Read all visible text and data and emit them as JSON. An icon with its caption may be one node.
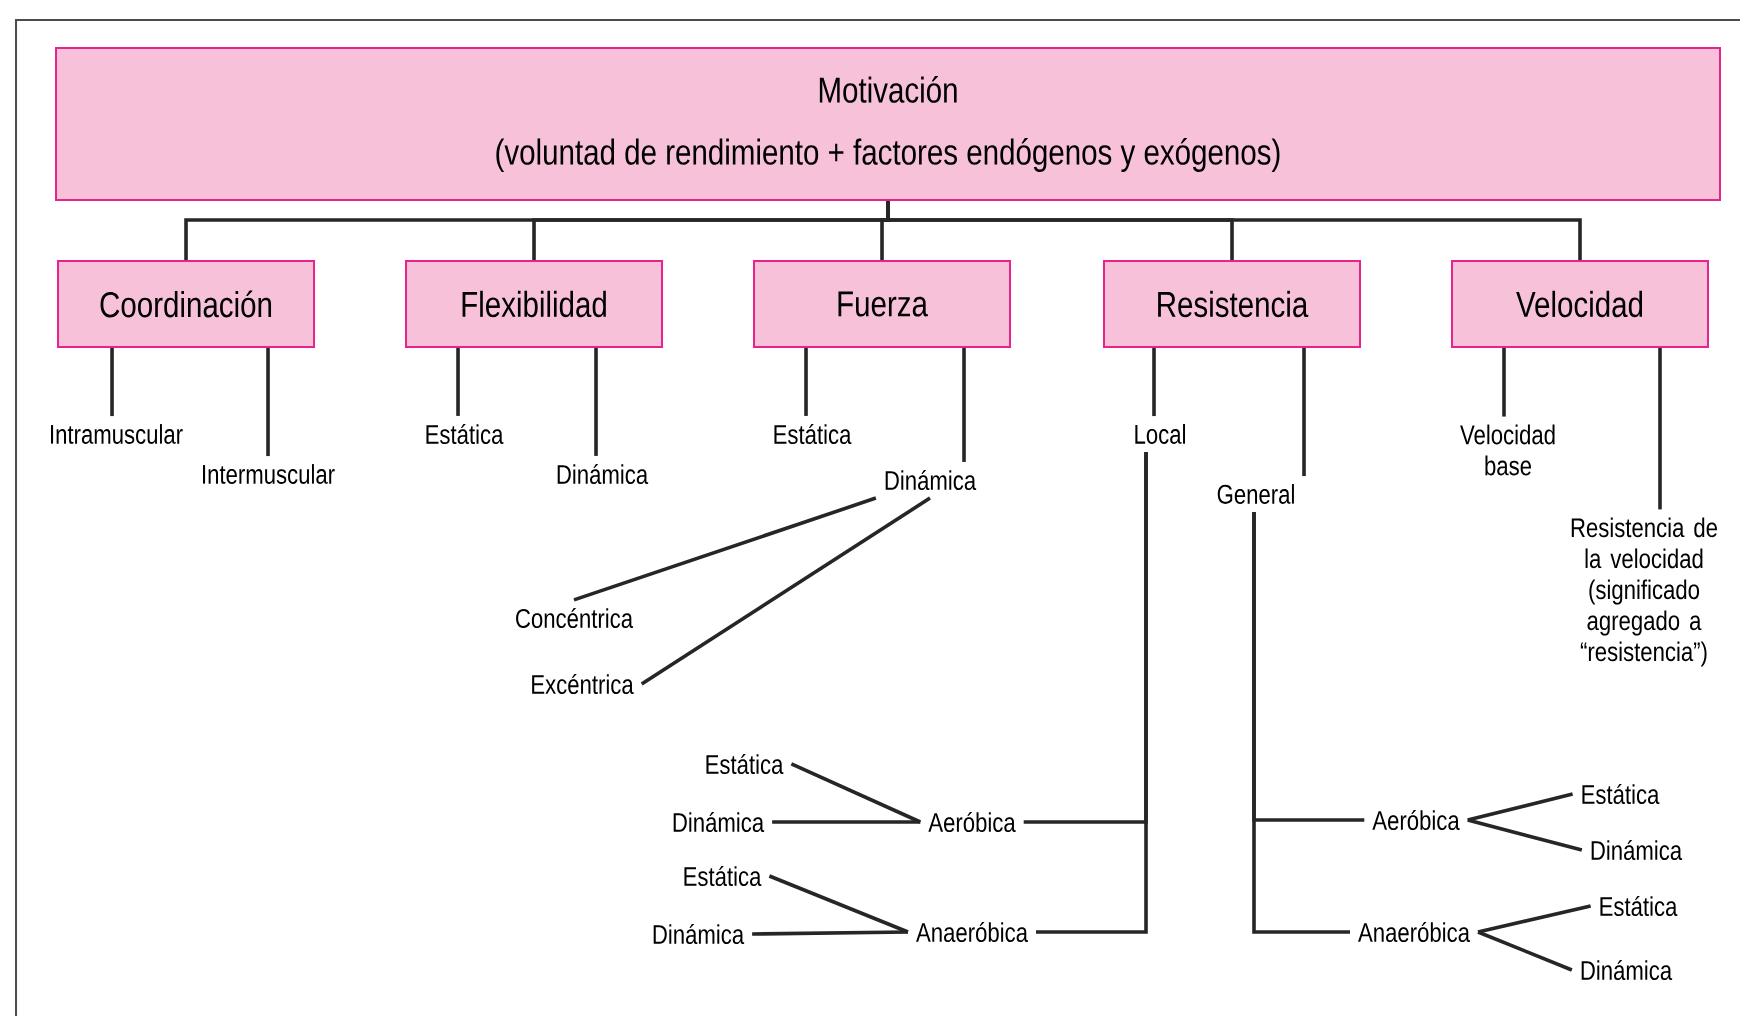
{
  "diagram": {
    "nodes": [
      {
        "text": [
          "Motivación",
          "(voluntad de rendimiento + factores endógenos y exógenos)"
        ]
      },
      {
        "text": [
          "Coordinación"
        ]
      },
      {
        "text": [
          "Flexibilidad"
        ]
      },
      {
        "text": [
          "Fuerza"
        ]
      },
      {
        "text": [
          "Resistencia"
        ]
      },
      {
        "text": [
          "Velocidad"
        ]
      },
      {
        "text": [
          "Intramuscular"
        ]
      },
      {
        "text": [
          "Intermuscular"
        ]
      },
      {
        "text": [
          "Estática"
        ]
      },
      {
        "text": [
          "Dinámica"
        ]
      },
      {
        "text": [
          "Estática"
        ]
      },
      {
        "text": [
          "Dinámica"
        ]
      },
      {
        "text": [
          "Concéntrica"
        ]
      },
      {
        "text": [
          "Excéntrica"
        ]
      },
      {
        "text": [
          "Local"
        ]
      },
      {
        "text": [
          "General"
        ]
      },
      {
        "text": [
          "Aeróbica"
        ]
      },
      {
        "text": [
          "Anaeróbica"
        ]
      },
      {
        "text": [
          "Estática"
        ]
      },
      {
        "text": [
          "Dinámica"
        ]
      },
      {
        "text": [
          "Estática"
        ]
      },
      {
        "text": [
          "Dinámica"
        ]
      },
      {
        "text": [
          "Aeróbica"
        ]
      },
      {
        "text": [
          "Anaeróbica"
        ]
      },
      {
        "text": [
          "Estática"
        ]
      },
      {
        "text": [
          "Dinámica"
        ]
      },
      {
        "text": [
          "Estática"
        ]
      },
      {
        "text": [
          "Dinámica"
        ]
      },
      {
        "text": [
          "Velocidad base"
        ]
      },
      {
        "text": [
          "Resistencia de la velocidad (significado agregado a “resistencia”)"
        ]
      }
    ],
    "edges": [
      {
        "from": 0,
        "to": 1,
        "arrow": "none"
      },
      {
        "from": 0,
        "to": 2,
        "arrow": "none"
      },
      {
        "from": 0,
        "to": 3,
        "arrow": "none"
      },
      {
        "from": 0,
        "to": 4,
        "arrow": "none"
      },
      {
        "from": 0,
        "to": 5,
        "arrow": "none"
      },
      {
        "from": 1,
        "to": 6,
        "arrow": "none"
      },
      {
        "from": 1,
        "to": 7,
        "arrow": "none"
      },
      {
        "from": 2,
        "to": 8,
        "arrow": "none"
      },
      {
        "from": 2,
        "to": 9,
        "arrow": "none"
      },
      {
        "from": 3,
        "to": 10,
        "arrow": "none"
      },
      {
        "from": 3,
        "to": 11,
        "arrow": "none"
      },
      {
        "from": 11,
        "to": 12,
        "arrow": "none"
      },
      {
        "from": 11,
        "to": 13,
        "arrow": "none"
      },
      {
        "from": 4,
        "to": 14,
        "arrow": "none"
      },
      {
        "from": 4,
        "to": 15,
        "arrow": "none"
      },
      {
        "from": 5,
        "to": 28,
        "arrow": "none"
      },
      {
        "from": 5,
        "to": 29,
        "arrow": "none"
      },
      {
        "from": 14,
        "to": 16,
        "arrow": "none"
      },
      {
        "from": 14,
        "to": 17,
        "arrow": "none"
      },
      {
        "from": 16,
        "to": 18,
        "arrow": "none"
      },
      {
        "from": 16,
        "to": 19,
        "arrow": "none"
      },
      {
        "from": 17,
        "to": 20,
        "arrow": "none"
      },
      {
        "from": 17,
        "to": 21,
        "arrow": "none"
      },
      {
        "from": 15,
        "to": 22,
        "arrow": "none"
      },
      {
        "from": 15,
        "to": 23,
        "arrow": "none"
      },
      {
        "from": 22,
        "to": 24,
        "arrow": "none"
      },
      {
        "from": 22,
        "to": 25,
        "arrow": "none"
      },
      {
        "from": 23,
        "to": 26,
        "arrow": "none"
      },
      {
        "from": 23,
        "to": 27,
        "arrow": "none"
      }
    ]
  }
}
